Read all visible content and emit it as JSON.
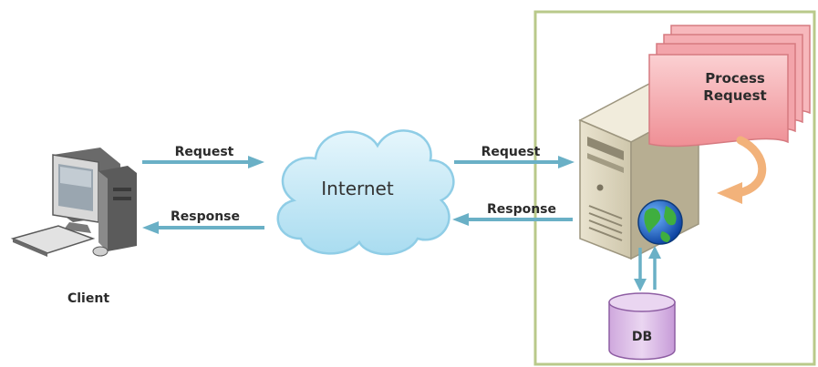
{
  "labels": {
    "client": "Client",
    "internet": "Internet",
    "request_left": "Request",
    "response_left": "Response",
    "request_right": "Request",
    "response_right": "Response",
    "process_line1": "Process",
    "process_line2": "Request",
    "db": "DB"
  },
  "colors": {
    "arrow": "#6ab0c6",
    "server_border": "#b9c98a",
    "cloud_fill": "#bfe6f5",
    "cloud_stroke": "#8fcde6",
    "process_fill": "#f4a8ac",
    "db_fill": "#d9b9e6",
    "curved_arrow": "#f2b27a"
  }
}
